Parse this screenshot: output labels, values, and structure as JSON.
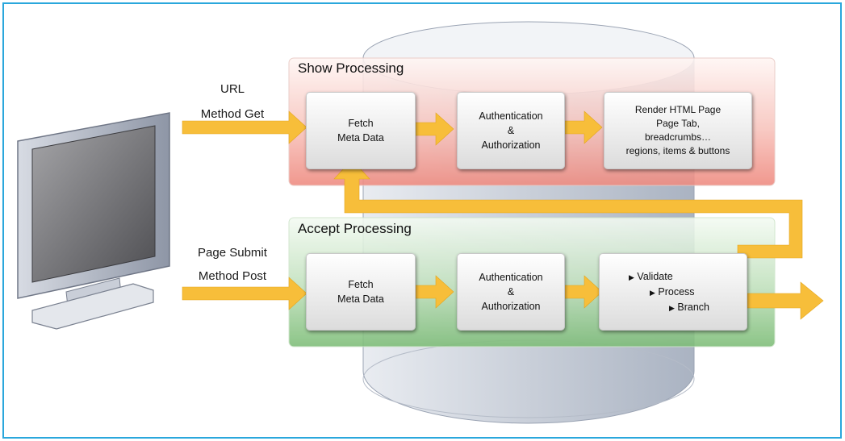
{
  "colors": {
    "frame": "#2aa7dc",
    "arrow": "#f7be3a",
    "show_panel": "#f4a8a0",
    "accept_panel": "#9ccf98",
    "database": "#c4cbd6"
  },
  "show": {
    "title": "Show Processing",
    "input_line1": "URL",
    "input_line2": "Method Get",
    "step1": [
      "Fetch",
      "Meta Data"
    ],
    "step2": [
      "Authentication",
      "&",
      "Authorization"
    ],
    "step3": [
      "Render HTML Page",
      "Page Tab,",
      "breadcrumbs…",
      "regions, items & buttons"
    ]
  },
  "accept": {
    "title": "Accept Processing",
    "input_line1": "Page Submit",
    "input_line2": "Method Post",
    "step1": [
      "Fetch",
      "Meta Data"
    ],
    "step2": [
      "Authentication",
      "&",
      "Authorization"
    ],
    "step3": [
      "Validate",
      "Process",
      "Branch"
    ]
  },
  "icons": {
    "computer": "computer-monitor-icon",
    "database": "database-cylinder-icon",
    "bullet": "triangle-right-icon"
  }
}
